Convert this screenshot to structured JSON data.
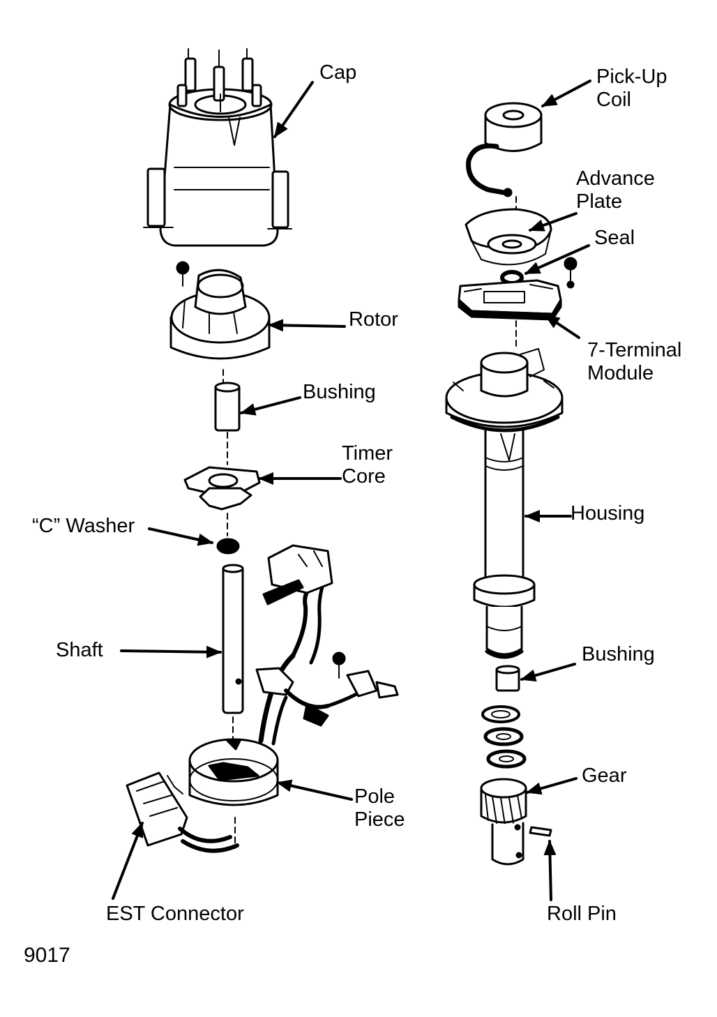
{
  "figure_number": "9017",
  "labels": {
    "cap": "Cap",
    "rotor": "Rotor",
    "bushing_left": "Bushing",
    "timer_core": [
      "Timer",
      "Core"
    ],
    "c_washer": "“C” Washer",
    "shaft": "Shaft",
    "pole_piece": [
      "Pole",
      "Piece"
    ],
    "est_connector": "EST Connector",
    "pickup_coil": [
      "Pick-Up",
      "Coil"
    ],
    "advance_plate": [
      "Advance",
      "Plate"
    ],
    "seal": "Seal",
    "module": [
      "7-Terminal",
      "Module"
    ],
    "housing": "Housing",
    "bushing_right": "Bushing",
    "gear": "Gear",
    "roll_pin": "Roll Pin"
  },
  "colors": {
    "ink": "#000000",
    "paper": "#ffffff"
  }
}
